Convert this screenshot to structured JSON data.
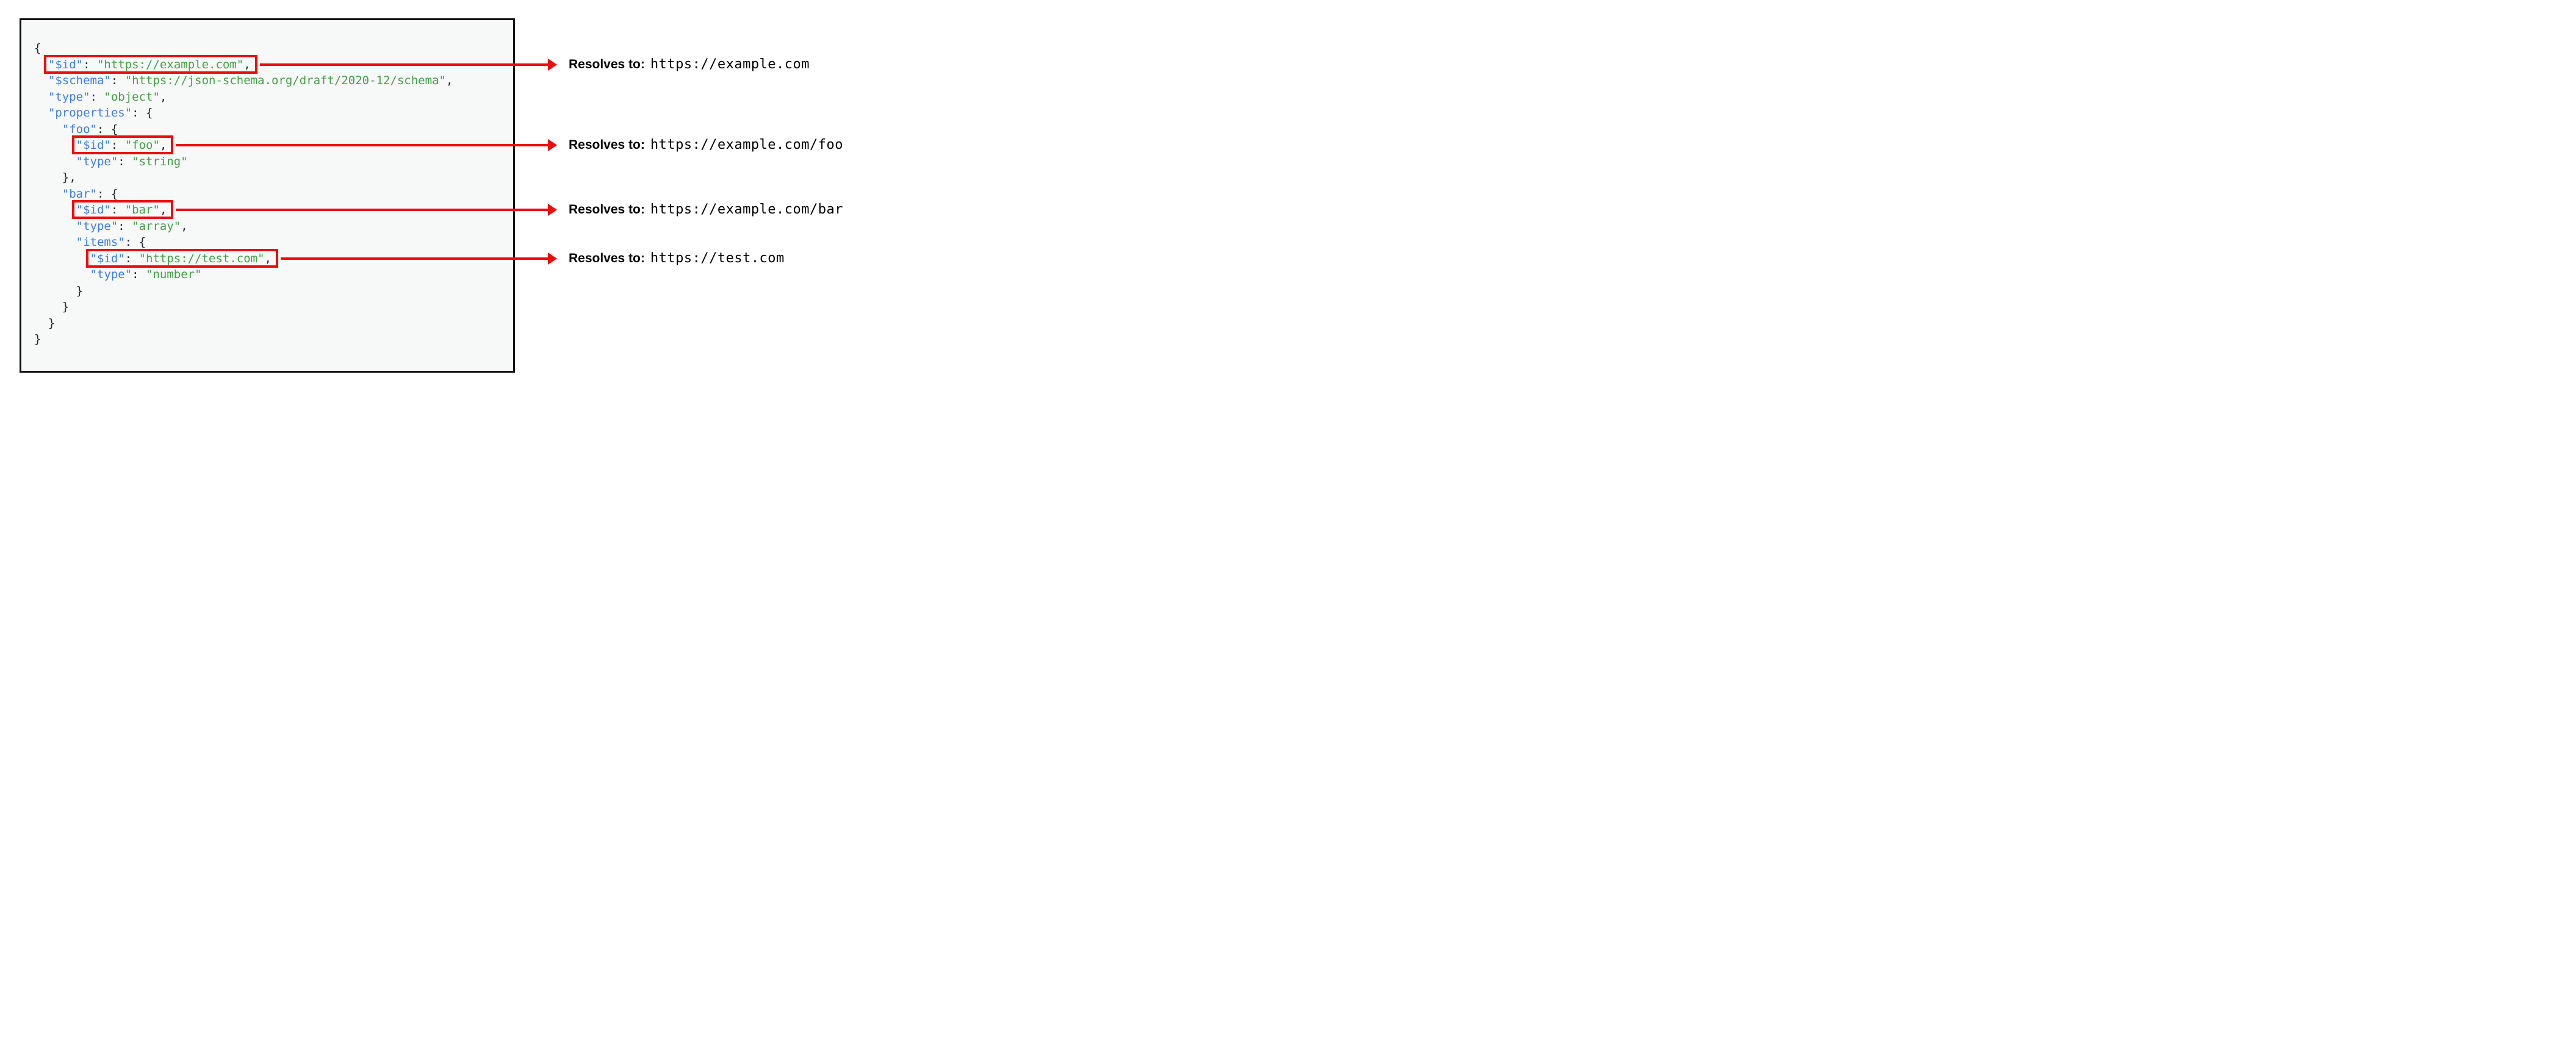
{
  "colors": {
    "key_blue": "#3D7DE8",
    "string_green": "#43A047",
    "punctuation_dark": "#24292E",
    "highlight_red": "#EE0B0B",
    "panel_background": "#F7F8F8",
    "panel_border": "#111111",
    "annotation_text": "#000000"
  },
  "code": {
    "language": "json",
    "lines": [
      {
        "tokens": [
          {
            "t": "{",
            "c": "p"
          }
        ]
      },
      {
        "tokens": [
          {
            "t": "  ",
            "c": "p"
          },
          {
            "t": "\"$id\"",
            "c": "k",
            "h": 1
          },
          {
            "t": ": ",
            "c": "p",
            "h": 1
          },
          {
            "t": "\"https://example.com\"",
            "c": "s",
            "h": 1
          },
          {
            "t": ",",
            "c": "p",
            "h": 1
          }
        ]
      },
      {
        "tokens": [
          {
            "t": "  ",
            "c": "p"
          },
          {
            "t": "\"$schema\"",
            "c": "k"
          },
          {
            "t": ": ",
            "c": "p"
          },
          {
            "t": "\"https://json-schema.org/draft/2020-12/schema\"",
            "c": "s"
          },
          {
            "t": ",",
            "c": "p"
          }
        ]
      },
      {
        "tokens": [
          {
            "t": "  ",
            "c": "p"
          },
          {
            "t": "\"type\"",
            "c": "k"
          },
          {
            "t": ": ",
            "c": "p"
          },
          {
            "t": "\"object\"",
            "c": "s"
          },
          {
            "t": ",",
            "c": "p"
          }
        ]
      },
      {
        "tokens": [
          {
            "t": "  ",
            "c": "p"
          },
          {
            "t": "\"properties\"",
            "c": "k"
          },
          {
            "t": ": {",
            "c": "p"
          }
        ]
      },
      {
        "tokens": [
          {
            "t": "    ",
            "c": "p"
          },
          {
            "t": "\"foo\"",
            "c": "k"
          },
          {
            "t": ": {",
            "c": "p"
          }
        ]
      },
      {
        "tokens": [
          {
            "t": "      ",
            "c": "p"
          },
          {
            "t": "\"$id\"",
            "c": "k",
            "h": 1
          },
          {
            "t": ": ",
            "c": "p",
            "h": 1
          },
          {
            "t": "\"foo\"",
            "c": "s",
            "h": 1
          },
          {
            "t": ",",
            "c": "p",
            "h": 1
          }
        ]
      },
      {
        "tokens": [
          {
            "t": "      ",
            "c": "p"
          },
          {
            "t": "\"type\"",
            "c": "k"
          },
          {
            "t": ": ",
            "c": "p"
          },
          {
            "t": "\"string\"",
            "c": "s"
          }
        ]
      },
      {
        "tokens": [
          {
            "t": "    },",
            "c": "p"
          }
        ]
      },
      {
        "tokens": [
          {
            "t": "    ",
            "c": "p"
          },
          {
            "t": "\"bar\"",
            "c": "k"
          },
          {
            "t": ": {",
            "c": "p"
          }
        ]
      },
      {
        "tokens": [
          {
            "t": "      ",
            "c": "p"
          },
          {
            "t": "\"$id\"",
            "c": "k",
            "h": 1
          },
          {
            "t": ": ",
            "c": "p",
            "h": 1
          },
          {
            "t": "\"bar\"",
            "c": "s",
            "h": 1
          },
          {
            "t": ",",
            "c": "p",
            "h": 1
          }
        ]
      },
      {
        "tokens": [
          {
            "t": "      ",
            "c": "p"
          },
          {
            "t": "\"type\"",
            "c": "k"
          },
          {
            "t": ": ",
            "c": "p"
          },
          {
            "t": "\"array\"",
            "c": "s"
          },
          {
            "t": ",",
            "c": "p"
          }
        ]
      },
      {
        "tokens": [
          {
            "t": "      ",
            "c": "p"
          },
          {
            "t": "\"items\"",
            "c": "k"
          },
          {
            "t": ": {",
            "c": "p"
          }
        ]
      },
      {
        "tokens": [
          {
            "t": "        ",
            "c": "p"
          },
          {
            "t": "\"$id\"",
            "c": "k",
            "h": 1
          },
          {
            "t": ": ",
            "c": "p",
            "h": 1
          },
          {
            "t": "\"https://test.com\"",
            "c": "s",
            "h": 1
          },
          {
            "t": ",",
            "c": "p",
            "h": 1
          }
        ]
      },
      {
        "tokens": [
          {
            "t": "        ",
            "c": "p"
          },
          {
            "t": "\"type\"",
            "c": "k"
          },
          {
            "t": ": ",
            "c": "p"
          },
          {
            "t": "\"number\"",
            "c": "s"
          }
        ]
      },
      {
        "tokens": [
          {
            "t": "      }",
            "c": "p"
          }
        ]
      },
      {
        "tokens": [
          {
            "t": "    }",
            "c": "p"
          }
        ]
      },
      {
        "tokens": [
          {
            "t": "  }",
            "c": "p"
          }
        ]
      },
      {
        "tokens": [
          {
            "t": "}",
            "c": "p"
          }
        ]
      }
    ]
  },
  "annotations": [
    {
      "label": "Resolves to:",
      "url": "https://example.com"
    },
    {
      "label": "Resolves to:",
      "url": "https://example.com/foo"
    },
    {
      "label": "Resolves to:",
      "url": "https://example.com/bar"
    },
    {
      "label": "Resolves to:",
      "url": "https://test.com"
    }
  ]
}
